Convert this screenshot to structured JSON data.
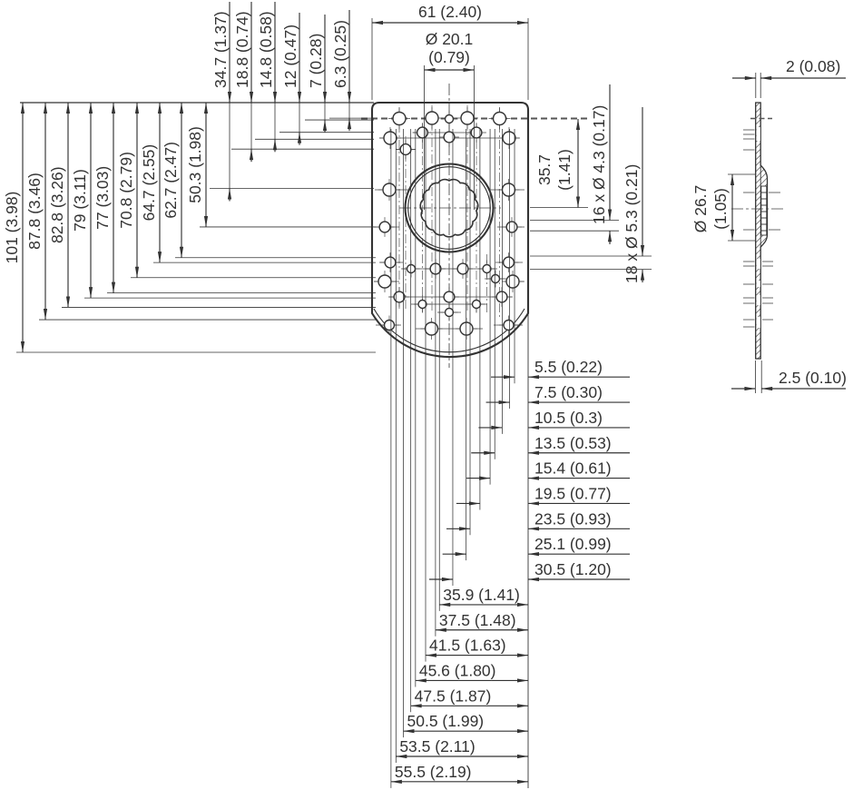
{
  "front_view": {
    "width_dim": {
      "label": "61 (2.40)",
      "mm": 61
    },
    "bore_dim": {
      "diameter": "Ø 20.1",
      "inches": "(0.79)"
    },
    "left_dims": [
      {
        "label": "101 (3.98)",
        "mm": 101
      },
      {
        "label": "87.8 (3.46)",
        "mm": 87.8
      },
      {
        "label": "82.8 (3.26)",
        "mm": 82.8
      },
      {
        "label": "79 (3.11)",
        "mm": 79
      },
      {
        "label": "77 (3.03)",
        "mm": 77
      },
      {
        "label": "70.8 (2.79)",
        "mm": 70.8
      },
      {
        "label": "64.7 (2.55)",
        "mm": 64.7
      },
      {
        "label": "62.7 (2.47)",
        "mm": 62.7
      },
      {
        "label": "50.3 (1.98)",
        "mm": 50.3
      }
    ],
    "top_dims": [
      {
        "label": "34.7 (1.37)",
        "mm": 34.7
      },
      {
        "label": "18.8 (0.74)",
        "mm": 18.8
      },
      {
        "label": "14.8 (0.58)",
        "mm": 14.8
      },
      {
        "label": "12 (0.47)",
        "mm": 12
      },
      {
        "label": "7 (0.28)",
        "mm": 7
      },
      {
        "label": "6.3 (0.25)",
        "mm": 6.3
      }
    ],
    "right_dims": {
      "center_height": {
        "value": "35.7",
        "inches": "(1.41)",
        "mm": 35.7
      },
      "small_holes": {
        "label": "16 x Ø 4.3 (0.17)"
      },
      "large_holes": {
        "label": "18 x Ø 5.3 (0.21)"
      }
    },
    "bottom_right_dims": [
      {
        "label": "5.5 (0.22)",
        "mm": 5.5
      },
      {
        "label": "7.5 (0.30)",
        "mm": 7.5
      },
      {
        "label": "10.5 (0.3)",
        "mm": 10.5
      },
      {
        "label": "13.5 (0.53)",
        "mm": 13.5
      },
      {
        "label": "15.4 (0.61)",
        "mm": 15.4
      },
      {
        "label": "19.5 (0.77)",
        "mm": 19.5
      },
      {
        "label": "23.5 (0.93)",
        "mm": 23.5
      },
      {
        "label": "25.1 (0.99)",
        "mm": 25.1
      },
      {
        "label": "30.5 (1.20)",
        "mm": 30.5
      }
    ],
    "bottom_dims": [
      {
        "label": "35.9 (1.41)",
        "mm": 35.9
      },
      {
        "label": "37.5 (1.48)",
        "mm": 37.5
      },
      {
        "label": "41.5 (1.63)",
        "mm": 41.5
      },
      {
        "label": "45.6 (1.80)",
        "mm": 45.6
      },
      {
        "label": "47.5 (1.87)",
        "mm": 47.5
      },
      {
        "label": "50.5 (1.99)",
        "mm": 50.5
      },
      {
        "label": "53.5 (2.11)",
        "mm": 53.5
      },
      {
        "label": "55.5 (2.19)",
        "mm": 55.5
      }
    ]
  },
  "side_view": {
    "top_thickness": {
      "label": "2 (0.08)"
    },
    "boss_diameter": {
      "diameter": "Ø 26.7",
      "inches": "(1.05)"
    },
    "bottom_thickness": {
      "label": "2.5 (0.10)"
    }
  }
}
